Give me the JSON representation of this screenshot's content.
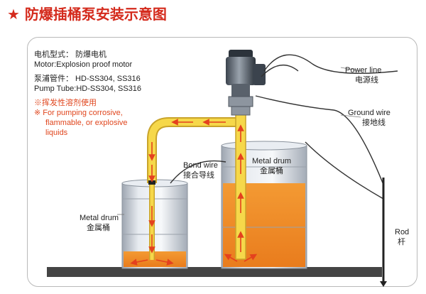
{
  "title": {
    "star": "★",
    "text": "防爆插桶泵安装示意图"
  },
  "specs": {
    "motor_cn": "电机型式：  防爆电机",
    "motor_en": "Motor:Explosion proof motor",
    "pipe_cn": "泵浦管件：  HD-SS304, SS316",
    "pipe_en": "Pump Tube:HD-SS304, SS316",
    "note_cn": "※挥发性溶剂使用",
    "note_en_1": "※ For pumping corrosive,",
    "note_en_2": "flammable, or explosive",
    "note_en_3": "liquids"
  },
  "labels": {
    "power_line_en": "Power line",
    "power_line_cn": "电源线",
    "ground_wire_en": "Ground wire",
    "ground_wire_cn": "接地线",
    "bond_wire_en": "Bond wire",
    "bond_wire_cn": "接合导线",
    "metal_drum_en_big": "Metal drum",
    "metal_drum_cn_big": "金属桶",
    "metal_drum_en_small": "Metal drum",
    "metal_drum_cn_small": "金属桶",
    "rod_en": "Rod",
    "rod_cn": "杆"
  },
  "colors": {
    "title_red": "#d42a1c",
    "liquid_orange": "#f0922f",
    "pipe_yellow": "#f6d84a",
    "flow_arrow": "#e4411e",
    "drum_steel": "#b5bcc6",
    "floor": "#444444"
  }
}
